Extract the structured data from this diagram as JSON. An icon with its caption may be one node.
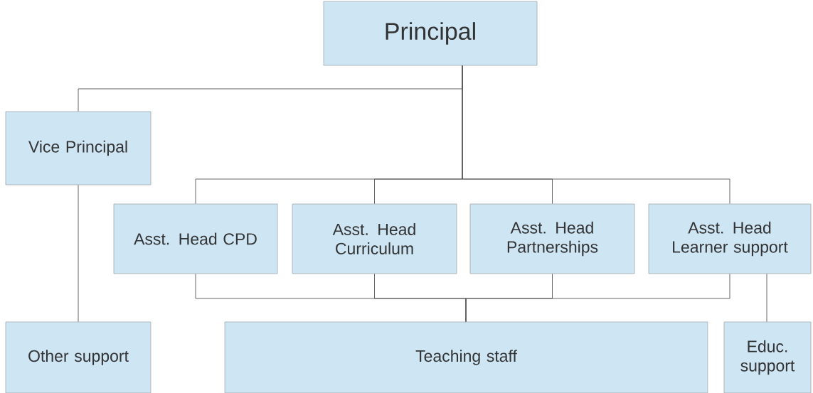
{
  "diagram": {
    "nodes": [
      {
        "text": [
          "Principal"
        ]
      },
      {
        "text": [
          "Vice Principal"
        ]
      },
      {
        "text": [
          "Asst. Head CPD"
        ]
      },
      {
        "text": [
          "Asst. Head Curriculum"
        ]
      },
      {
        "text": [
          "Asst. Head Partnerships"
        ]
      },
      {
        "text": [
          "Asst. Head Learner support"
        ]
      },
      {
        "text": [
          "Other support"
        ]
      },
      {
        "text": [
          "Teaching staff"
        ]
      },
      {
        "text": [
          "Educ. support"
        ]
      }
    ],
    "edges": [
      {
        "from": 0,
        "to": 1,
        "arrow": "none"
      },
      {
        "from": 0,
        "to": 2,
        "arrow": "none"
      },
      {
        "from": 0,
        "to": 3,
        "arrow": "none"
      },
      {
        "from": 0,
        "to": 4,
        "arrow": "none"
      },
      {
        "from": 0,
        "to": 5,
        "arrow": "none"
      },
      {
        "from": 1,
        "to": 6,
        "arrow": "none"
      },
      {
        "from": 2,
        "to": 7,
        "arrow": "none"
      },
      {
        "from": 3,
        "to": 7,
        "arrow": "none"
      },
      {
        "from": 4,
        "to": 7,
        "arrow": "none"
      },
      {
        "from": 5,
        "to": 7,
        "arrow": "none"
      },
      {
        "from": 5,
        "to": 8,
        "arrow": "none"
      }
    ]
  }
}
